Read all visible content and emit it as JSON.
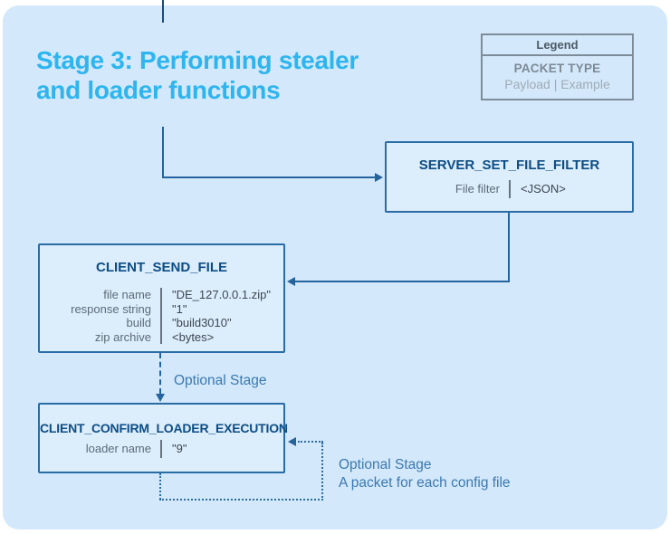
{
  "title": {
    "line1": "Stage 3: Performing stealer",
    "line2": "and loader functions"
  },
  "legend": {
    "header": "Legend",
    "packet_type": "PACKET TYPE",
    "payload_example": "Payload | Example"
  },
  "boxes": {
    "server_set_file_filter": {
      "title": "SERVER_SET_FILE_FILTER",
      "rows": [
        {
          "label": "File filter",
          "value": "<JSON>"
        }
      ]
    },
    "client_send_file": {
      "title": "CLIENT_SEND_FILE",
      "rows": [
        {
          "label": "file name",
          "value": "\"DE_127.0.0.1.zip\""
        },
        {
          "label": "response string",
          "value": "\"1\""
        },
        {
          "label": "build",
          "value": "\"build3010\""
        },
        {
          "label": "zip archive",
          "value": "<bytes>"
        }
      ]
    },
    "client_confirm_loader_execution": {
      "title": "CLIENT_CONFIRM_LOADER_EXECUTION",
      "rows": [
        {
          "label": "loader name",
          "value": "\"9\""
        }
      ]
    }
  },
  "annotations": {
    "optional_stage": "Optional Stage",
    "optional_stage_repeat": "Optional Stage",
    "packet_note": "A packet for each config file"
  },
  "colors": {
    "panel_background": "#d3e8fa",
    "box_fill": "#dcedfb",
    "box_border": "#2a6ca5",
    "connector": "#24639c",
    "title_accent": "#2eb5ef",
    "box_title_text": "#0d4d85",
    "row_label_text": "#5d6b76",
    "row_value_text": "#3d4750",
    "annotation_text": "#3b79b1",
    "legend_border": "#7e8c9a",
    "legend_header_text": "#4c5a66",
    "legend_type_text": "#7d8a96",
    "legend_sub_text": "#9fabb6"
  }
}
